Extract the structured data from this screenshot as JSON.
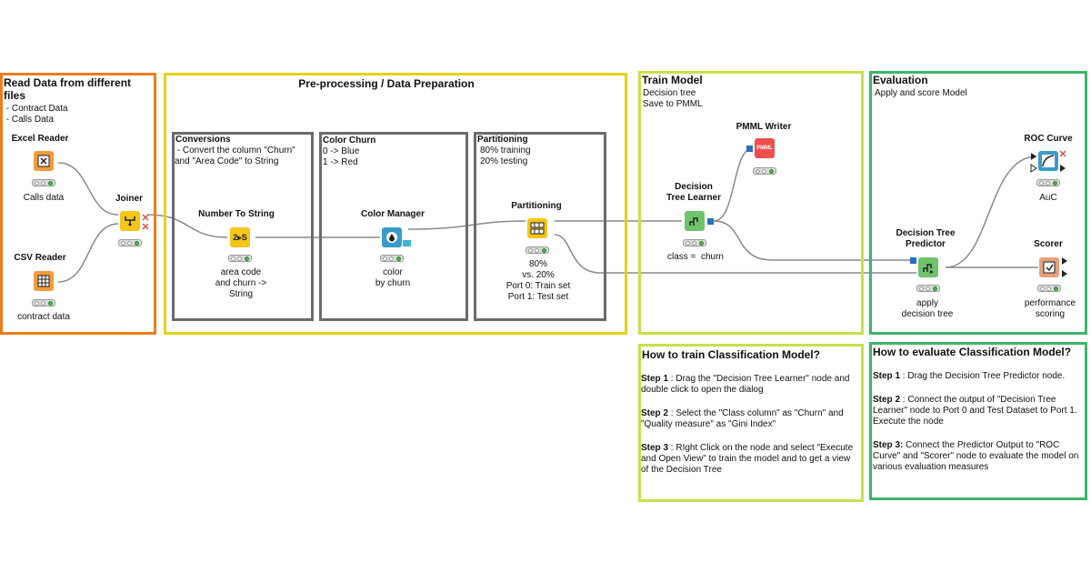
{
  "annotations": {
    "read_data": {
      "title": "Read Data from different files",
      "text": " - Contract Data\n - Calls Data"
    },
    "preprocessing": {
      "title": "Pre-processing / Data Preparation"
    },
    "conversions": {
      "title": "Conversions",
      "text": " - Convert the column \"Churn\"\nand \"Area Code\" to String"
    },
    "color_churn": {
      "title": "Color Churn",
      "text": "0 -> Blue\n1 -> Red"
    },
    "partitioning": {
      "title": "Partitioning",
      "text": "80% training\n20% testing"
    },
    "train_model": {
      "title": "Train Model",
      "text": "Decision tree\nSave to PMML"
    },
    "evaluation": {
      "title": "Evaluation",
      "text": "Apply and score Model"
    }
  },
  "nodes": {
    "excel_reader": {
      "title": "Excel Reader",
      "label": "Calls data",
      "icon": "excel-reader-icon",
      "color": "#f39c3a"
    },
    "csv_reader": {
      "title": "CSV Reader",
      "label": "contract data",
      "icon": "csv-reader-icon",
      "color": "#f39c3a"
    },
    "joiner": {
      "title": "Joiner",
      "label": "",
      "icon": "joiner-icon",
      "color": "#f5c518"
    },
    "number_to_string": {
      "title": "Number To String",
      "label": "area code\nand churn ->\nString",
      "icon_text": "2▸S",
      "color": "#f5c518"
    },
    "color_manager": {
      "title": "Color Manager",
      "label": "color\nby churn",
      "icon": "color-drop-icon",
      "color": "#3a9bc8"
    },
    "partitioning": {
      "title": "Partitioning",
      "label": "80%\nvs. 20%\nPort 0: Train set\nPort 1: Test set",
      "icon": "partition-icon",
      "color": "#f5c518"
    },
    "dt_learner": {
      "title": "Decision\nTree Learner",
      "label": "class =  churn",
      "icon": "tree-learner-icon",
      "color": "#6ec36b"
    },
    "pmml_writer": {
      "title": "PMML Writer",
      "label": "",
      "icon_text": "PMML",
      "color": "#ee4e4e"
    },
    "dt_predictor": {
      "title": "Decision Tree\nPredictor",
      "label": "apply\ndecision tree",
      "icon": "tree-predictor-icon",
      "color": "#6ec36b"
    },
    "roc_curve": {
      "title": "ROC Curve",
      "label": "AuC",
      "icon": "roc-icon",
      "color": "#3a9bc8"
    },
    "scorer": {
      "title": "Scorer",
      "label": "performance\nscoring",
      "icon": "scorer-icon",
      "color": "#e8a07a"
    }
  },
  "train_steps": {
    "title": "How to train Classification Model?",
    "steps": [
      {
        "label": "Step 1",
        "text": " : Drag the \"Decision Tree Learner\" node and double click to open the dialog"
      },
      {
        "label": "Step 2",
        "text": " : Select the \"Class column\" as \"Churn\" and \"Quality measure\" as \"Gini Index\""
      },
      {
        "label": "Step 3",
        "text": " : RIght Click on the node and select \"Execute and Open View\" to train the model and to get a view of the Decision Tree"
      }
    ]
  },
  "eval_steps": {
    "title": "How to evaluate Classification Model?",
    "steps": [
      {
        "label": "Step 1",
        "text": " : Drag the Decision Tree Predictor node."
      },
      {
        "label": "Step 2",
        "text": " : Connect the output of \"Decision Tree Learner\" node to Port 0 and Test Dataset to Port 1. Execute the node"
      },
      {
        "label": "Step 3:",
        "text": " Connect the Predictor Output to \"ROC Curve\" and \"Scorer\" node to evaluate the model on various evaluation measures"
      }
    ]
  },
  "colors": {
    "orange_border": "#ef7d1a",
    "yellow_border": "#e4d21a",
    "lime_border": "#c9e04a",
    "green_border": "#3cb56a",
    "gray_border": "#6b6b6b"
  }
}
